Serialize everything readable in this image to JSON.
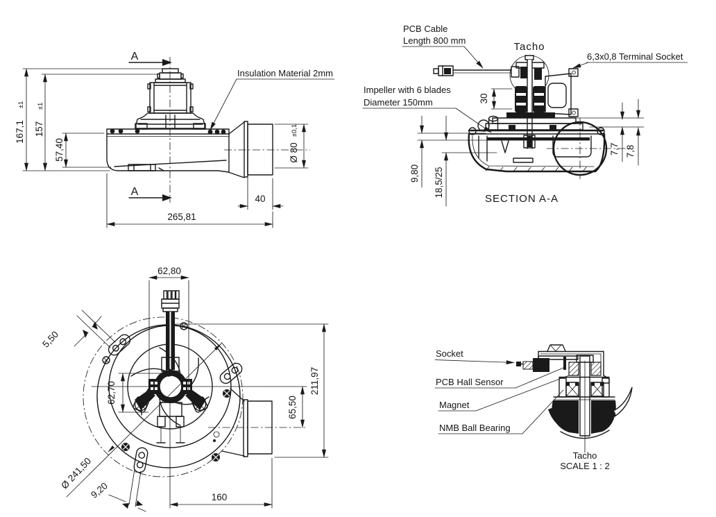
{
  "colors": {
    "ink": "#1a1a1a",
    "background": "#ffffff"
  },
  "views": {
    "side": {
      "section_marker": "A",
      "insulation_label": "Insulation Material 2mm",
      "dims": {
        "total_height": "167,1",
        "total_height_tol": "±1",
        "body_height": "157",
        "body_height_tol": "±1",
        "inlet_height": "57,40",
        "outlet_dia": "Ø 80",
        "outlet_dia_tol": "±0,1",
        "flange_len": "40",
        "overall_len": "265,81"
      }
    },
    "section": {
      "caption": "SECTION A-A",
      "pcb_cable_l1": "PCB Cable",
      "pcb_cable_l2": "Length 800 mm",
      "tacho": "Tacho",
      "terminal": "6,3x0,8 Terminal Socket",
      "impeller_l1": "Impeller with 6 blades",
      "impeller_l2": "Diameter 150mm",
      "dims": {
        "motor_h": "30",
        "d1": "9,80",
        "d2": "18,5/25",
        "g1": "7,7",
        "g2": "7,8"
      }
    },
    "top": {
      "dims": {
        "cable_w": "62,80",
        "slot_t": "5,50",
        "hub": "62,70",
        "overall": "211,97",
        "outlet_c": "65,50",
        "ring_dia": "Ø 241,50",
        "slot_w": "9,20",
        "outlet_len": "160"
      }
    },
    "detail": {
      "socket": "Socket",
      "hall": "PCB Hall Sensor",
      "magnet": "Magnet",
      "bearing": "NMB Ball Bearing",
      "caption_l1": "Tacho",
      "caption_l2": "SCALE 1 : 2"
    }
  }
}
